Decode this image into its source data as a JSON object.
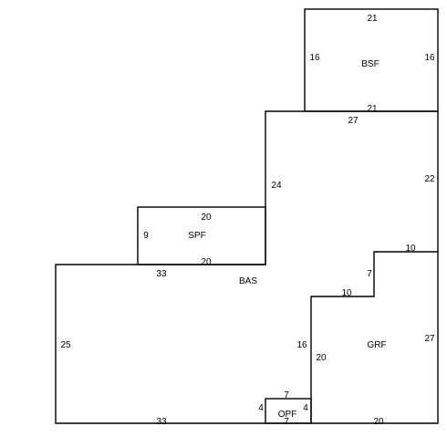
{
  "areas": {
    "bsf": {
      "label": "BSF",
      "dims": {
        "top": "21",
        "bottom": "21",
        "left": "16",
        "right": "16"
      }
    },
    "spf": {
      "label": "SPF",
      "dims": {
        "top": "20",
        "bottom": "20",
        "left": "9"
      }
    },
    "bas": {
      "label": "BAS",
      "dims": {
        "top_step": "27",
        "right_upper": "22",
        "left_upper": "24",
        "top_lower": "33",
        "left": "25",
        "bottom": "33",
        "inner": "16"
      }
    },
    "grf": {
      "label": "GRF",
      "dims": {
        "top_step": "10",
        "step_vertical": "7",
        "mid_step": "10",
        "left": "20",
        "right": "27",
        "bottom": "20"
      }
    },
    "opf": {
      "label": "OPF",
      "dims": {
        "top": "7",
        "bottom": "7",
        "left": "4",
        "right": "4"
      }
    }
  },
  "colors": {
    "line": "#000000",
    "background": "#ffffff"
  }
}
